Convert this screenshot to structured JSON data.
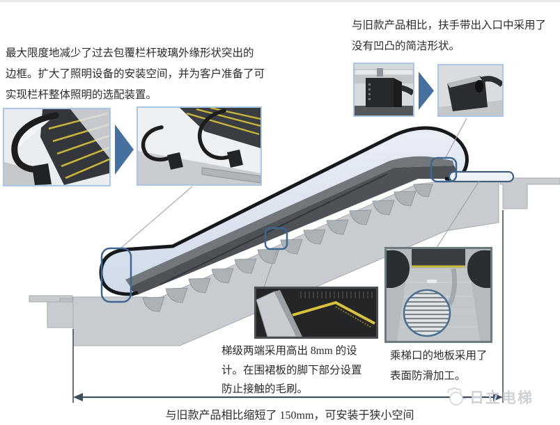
{
  "annotations": {
    "balustrade": {
      "lines": [
        "最大限度地减少了过去包覆栏杆玻璃外缘形状突出的",
        "边框。扩大了照明设备的安装空间，并为客户准备了可",
        "实现栏杆整体照明的选配装置。"
      ]
    },
    "handrail_inlet": {
      "lines": [
        "与旧款产品相比，扶手带出入口中采用了",
        "没有凹凸的简洁形状。"
      ]
    },
    "step_brush": {
      "lines": [
        "梯级两端采用高出  8mm  的设",
        "计。在围裙板的脚下部分设置",
        "防止接触的毛刷。"
      ]
    },
    "floor_antislip": {
      "lines": [
        "乘梯口的地板采用了",
        "表面防滑加工。"
      ]
    },
    "dimension_caption": "与旧款产品相比缩短了 150mm，可安装于狭小空间"
  },
  "watermark": {
    "text": "日立电梯"
  },
  "colors": {
    "image_border_blue": "#a9c7e2",
    "arrow_blue": "#46719f",
    "callout_blue": "#3f6591",
    "dimension_line": "#3d4f5c",
    "glass": "#dce4f0",
    "handrail_black": "#17181a",
    "deck_grey": "#4e5257",
    "truss_grey": "#c8cbcf",
    "step_yellow": "#c9b43c",
    "watermark_grey": "#cdd1d5"
  }
}
